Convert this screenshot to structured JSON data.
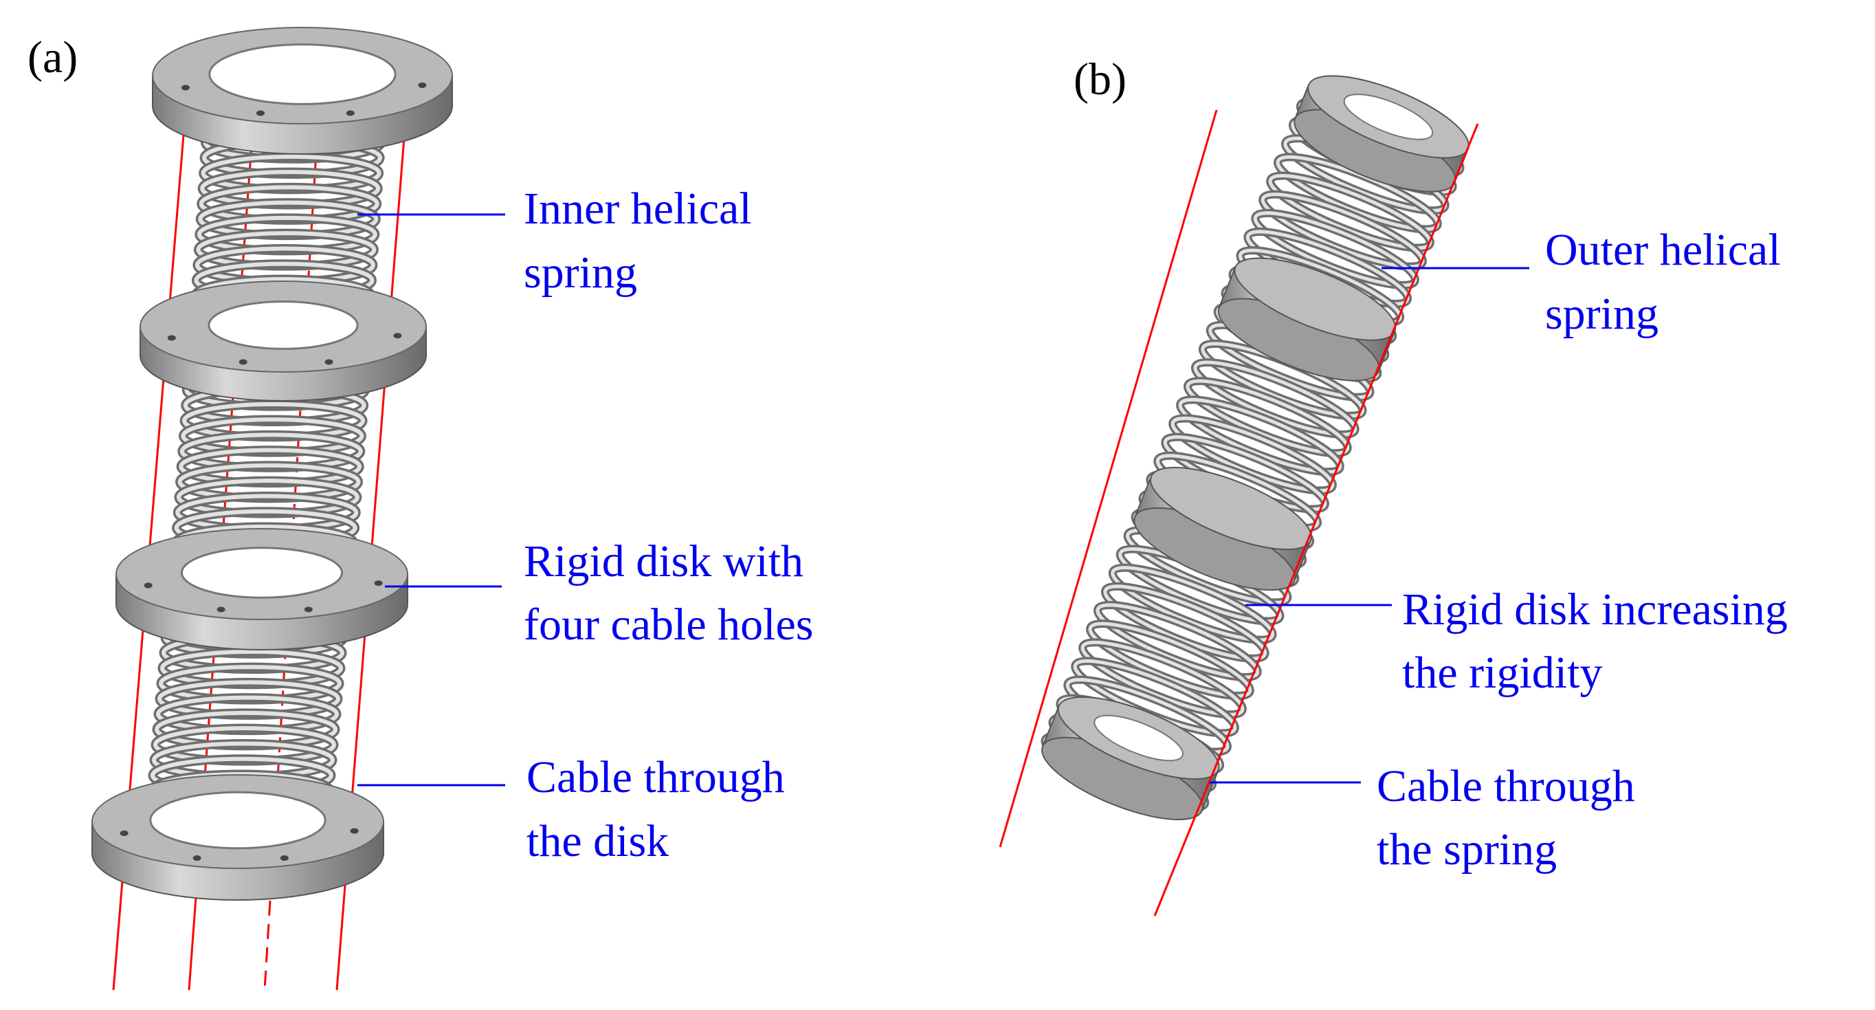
{
  "colors": {
    "annotation": "#0000ee",
    "cable": "#ff0000",
    "metal_light": "#e2e2e2",
    "metal_mid": "#a9a9a9",
    "metal_dark": "#6e6e6e",
    "text": "#000000"
  },
  "panels": [
    {
      "label": "(a)",
      "callouts": [
        {
          "lines": [
            "Inner helical",
            "spring"
          ]
        },
        {
          "lines": [
            "Rigid disk with",
            "four cable holes"
          ]
        },
        {
          "lines": [
            "Cable through",
            "the disk"
          ]
        }
      ]
    },
    {
      "label": "(b)",
      "callouts": [
        {
          "lines": [
            "Outer helical",
            "spring"
          ]
        },
        {
          "lines": [
            "Rigid disk increasing",
            "the rigidity"
          ]
        },
        {
          "lines": [
            "Cable through",
            "the spring"
          ]
        }
      ]
    }
  ]
}
